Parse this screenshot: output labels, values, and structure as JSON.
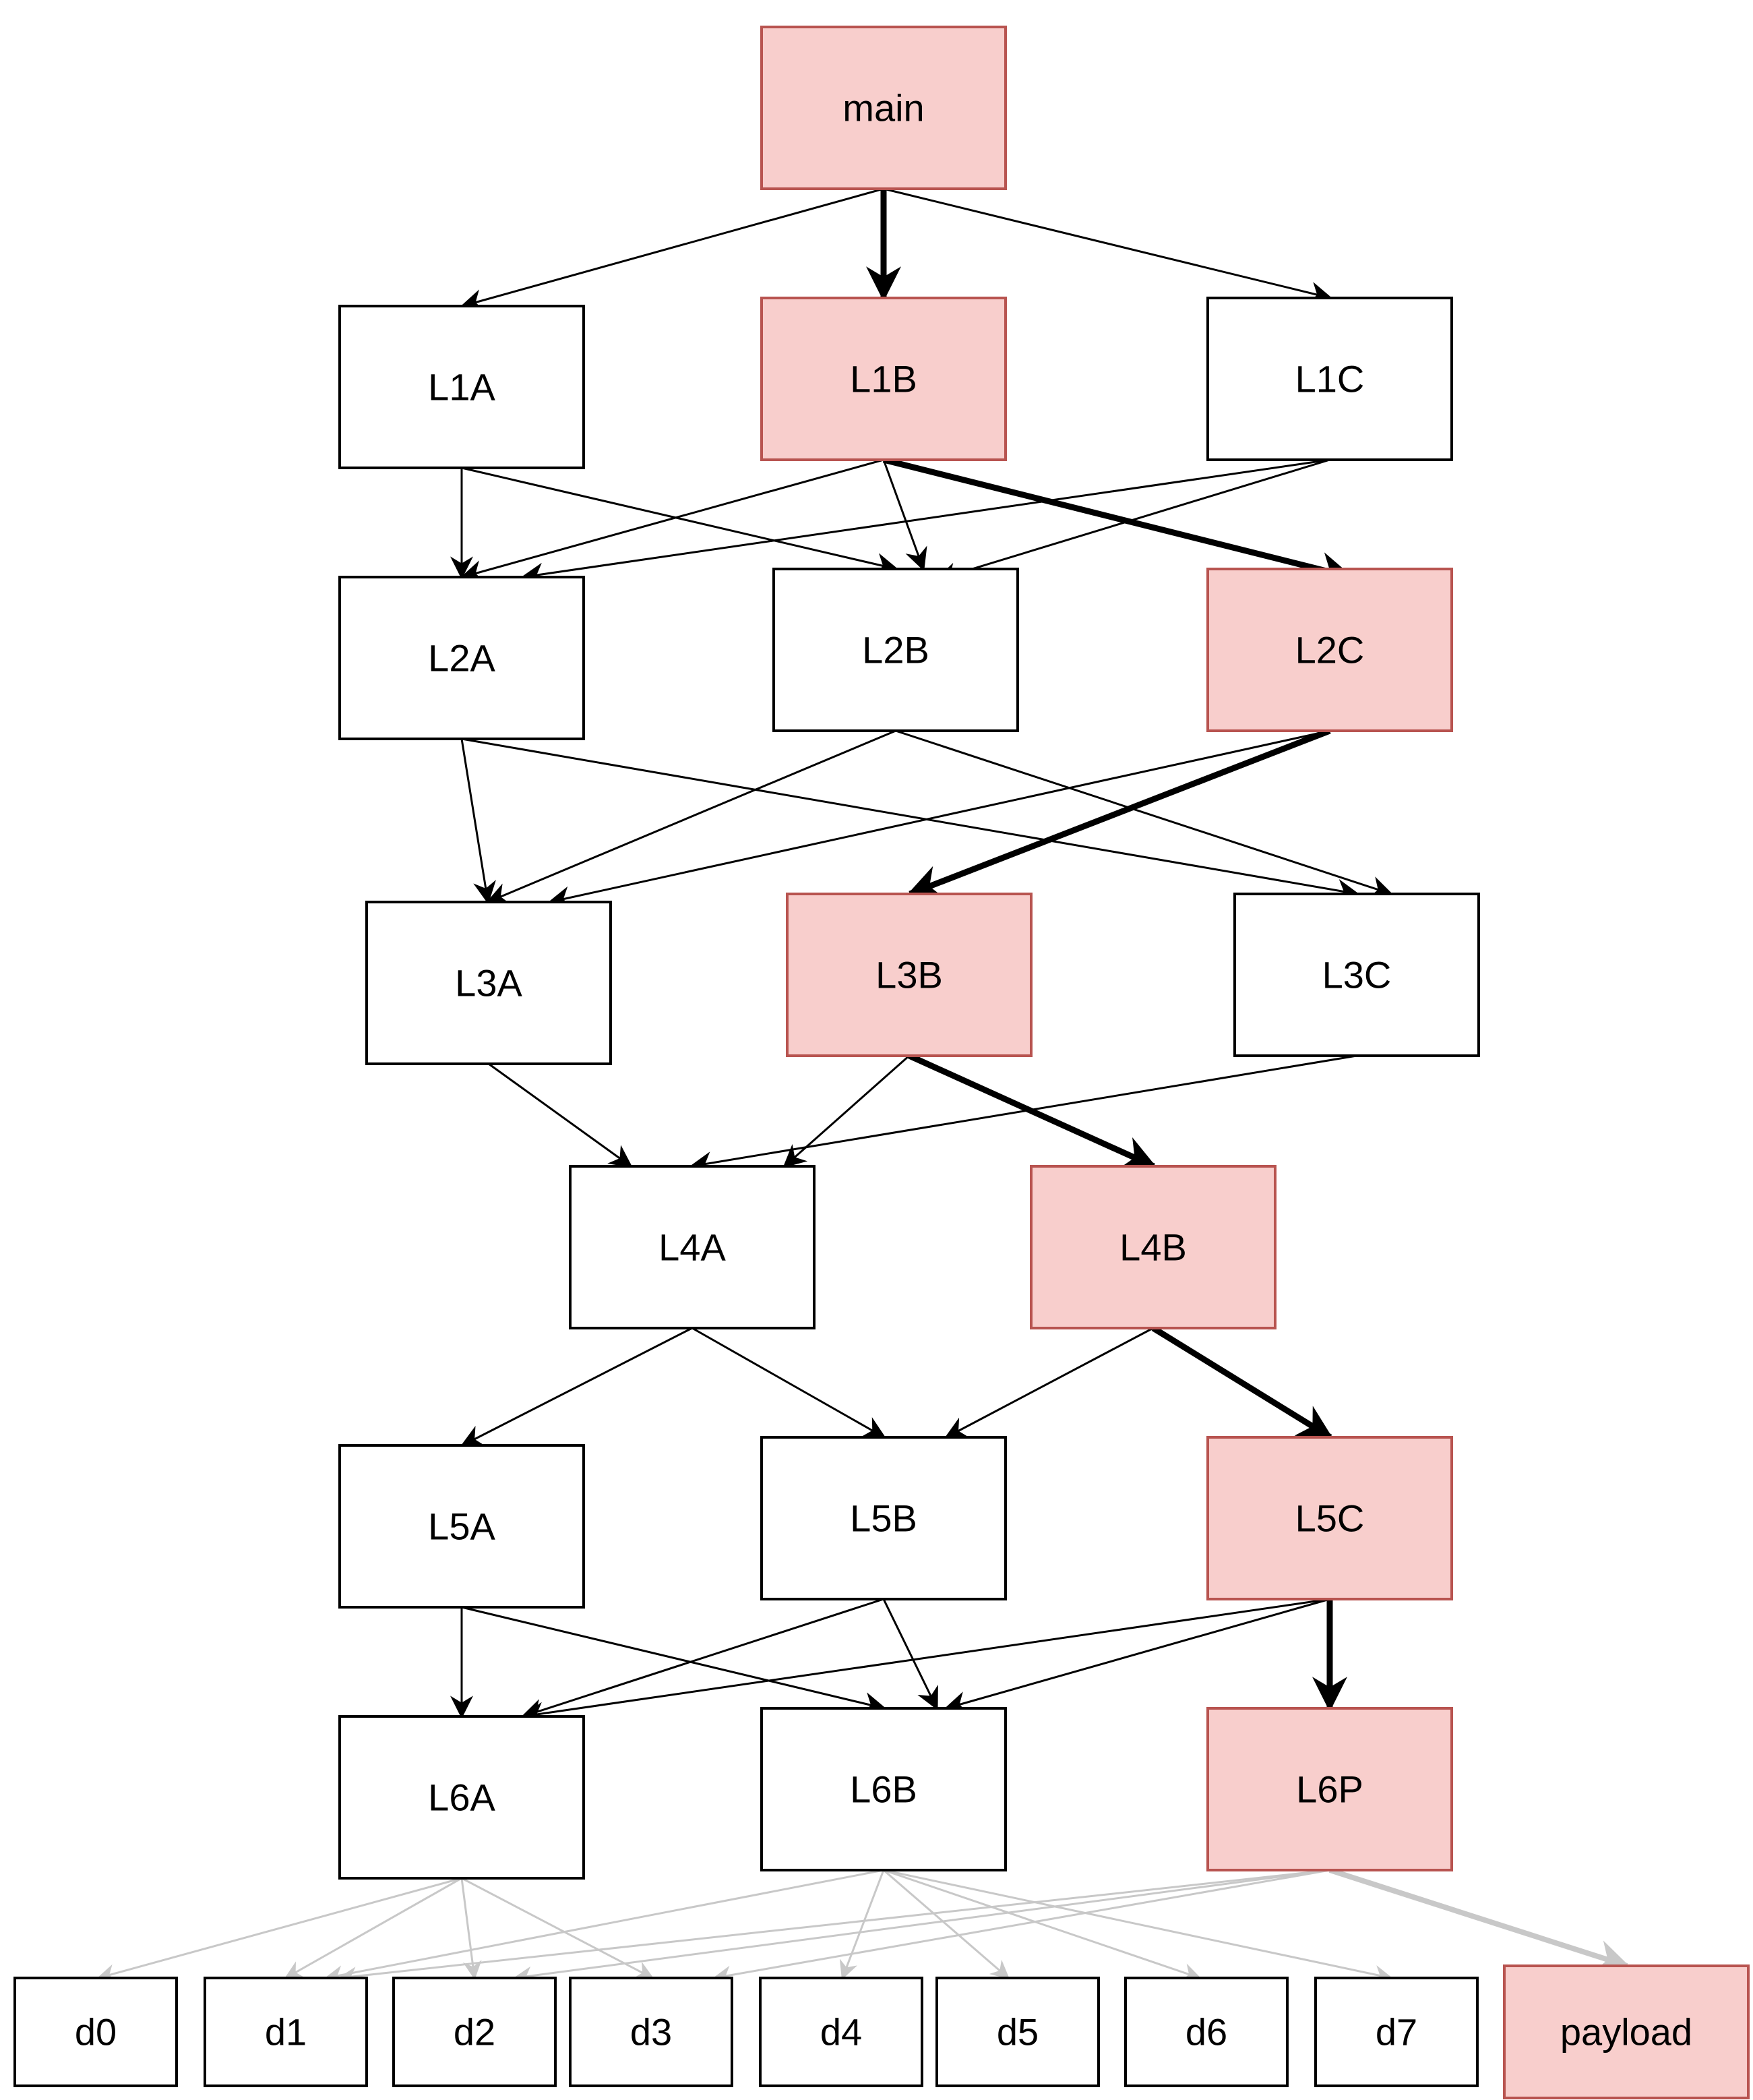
{
  "colors": {
    "highlight_fill": "#f8cecc",
    "highlight_stroke": "#b85450",
    "normal_fill": "#ffffff",
    "normal_stroke": "#000000",
    "edge": "#000000",
    "faded_edge": "#c8c8c8"
  },
  "nodes": [
    {
      "id": "main",
      "label": "main",
      "highlight": true
    },
    {
      "id": "L1A",
      "label": "L1A",
      "highlight": false
    },
    {
      "id": "L1B",
      "label": "L1B",
      "highlight": true
    },
    {
      "id": "L1C",
      "label": "L1C",
      "highlight": false
    },
    {
      "id": "L2A",
      "label": "L2A",
      "highlight": false
    },
    {
      "id": "L2B",
      "label": "L2B",
      "highlight": false
    },
    {
      "id": "L2C",
      "label": "L2C",
      "highlight": true
    },
    {
      "id": "L3A",
      "label": "L3A",
      "highlight": false
    },
    {
      "id": "L3B",
      "label": "L3B",
      "highlight": true
    },
    {
      "id": "L3C",
      "label": "L3C",
      "highlight": false
    },
    {
      "id": "L4A",
      "label": "L4A",
      "highlight": false
    },
    {
      "id": "L4B",
      "label": "L4B",
      "highlight": true
    },
    {
      "id": "L5A",
      "label": "L5A",
      "highlight": false
    },
    {
      "id": "L5B",
      "label": "L5B",
      "highlight": false
    },
    {
      "id": "L5C",
      "label": "L5C",
      "highlight": true
    },
    {
      "id": "L6A",
      "label": "L6A",
      "highlight": false
    },
    {
      "id": "L6B",
      "label": "L6B",
      "highlight": false
    },
    {
      "id": "L6P",
      "label": "L6P",
      "highlight": true
    },
    {
      "id": "d0",
      "label": "d0",
      "highlight": false
    },
    {
      "id": "d1",
      "label": "d1",
      "highlight": false
    },
    {
      "id": "d2",
      "label": "d2",
      "highlight": false
    },
    {
      "id": "d3",
      "label": "d3",
      "highlight": false
    },
    {
      "id": "d4",
      "label": "d4",
      "highlight": false
    },
    {
      "id": "d5",
      "label": "d5",
      "highlight": false
    },
    {
      "id": "d6",
      "label": "d6",
      "highlight": false
    },
    {
      "id": "d7",
      "label": "d7",
      "highlight": false
    },
    {
      "id": "payload",
      "label": "payload",
      "highlight": true
    }
  ],
  "edges": [
    {
      "from": "main",
      "to": "L1A",
      "style": "normal"
    },
    {
      "from": "main",
      "to": "L1B",
      "style": "bold"
    },
    {
      "from": "main",
      "to": "L1C",
      "style": "normal"
    },
    {
      "from": "L1A",
      "to": "L2A",
      "style": "normal"
    },
    {
      "from": "L1A",
      "to": "L2B",
      "style": "normal"
    },
    {
      "from": "L1B",
      "to": "L2A",
      "style": "normal"
    },
    {
      "from": "L1B",
      "to": "L2B",
      "style": "normal"
    },
    {
      "from": "L1B",
      "to": "L2C",
      "style": "bold"
    },
    {
      "from": "L1C",
      "to": "L2A",
      "style": "normal"
    },
    {
      "from": "L1C",
      "to": "L2B",
      "style": "normal"
    },
    {
      "from": "L2A",
      "to": "L3A",
      "style": "normal"
    },
    {
      "from": "L2A",
      "to": "L3C",
      "style": "normal"
    },
    {
      "from": "L2B",
      "to": "L3A",
      "style": "normal"
    },
    {
      "from": "L2B",
      "to": "L3C",
      "style": "normal"
    },
    {
      "from": "L2C",
      "to": "L3A",
      "style": "normal"
    },
    {
      "from": "L2C",
      "to": "L3B",
      "style": "bold"
    },
    {
      "from": "L3A",
      "to": "L4A",
      "style": "normal"
    },
    {
      "from": "L3B",
      "to": "L4A",
      "style": "normal"
    },
    {
      "from": "L3B",
      "to": "L4B",
      "style": "bold"
    },
    {
      "from": "L3C",
      "to": "L4A",
      "style": "normal"
    },
    {
      "from": "L4A",
      "to": "L5A",
      "style": "normal"
    },
    {
      "from": "L4A",
      "to": "L5B",
      "style": "normal"
    },
    {
      "from": "L4B",
      "to": "L5B",
      "style": "normal"
    },
    {
      "from": "L4B",
      "to": "L5C",
      "style": "bold"
    },
    {
      "from": "L5A",
      "to": "L6A",
      "style": "normal"
    },
    {
      "from": "L5A",
      "to": "L6B",
      "style": "normal"
    },
    {
      "from": "L5B",
      "to": "L6A",
      "style": "normal"
    },
    {
      "from": "L5B",
      "to": "L6B",
      "style": "normal"
    },
    {
      "from": "L5C",
      "to": "L6A",
      "style": "normal"
    },
    {
      "from": "L5C",
      "to": "L6B",
      "style": "normal"
    },
    {
      "from": "L5C",
      "to": "L6P",
      "style": "bold"
    },
    {
      "from": "L6A",
      "to": "d0",
      "style": "faded"
    },
    {
      "from": "L6A",
      "to": "d1",
      "style": "faded"
    },
    {
      "from": "L6A",
      "to": "d2",
      "style": "faded"
    },
    {
      "from": "L6A",
      "to": "d3",
      "style": "faded"
    },
    {
      "from": "L6B",
      "to": "d1",
      "style": "faded"
    },
    {
      "from": "L6B",
      "to": "d4",
      "style": "faded"
    },
    {
      "from": "L6B",
      "to": "d5",
      "style": "faded"
    },
    {
      "from": "L6B",
      "to": "d6",
      "style": "faded"
    },
    {
      "from": "L6B",
      "to": "d7",
      "style": "faded"
    },
    {
      "from": "L6P",
      "to": "d1",
      "style": "faded"
    },
    {
      "from": "L6P",
      "to": "d2",
      "style": "faded"
    },
    {
      "from": "L6P",
      "to": "d3",
      "style": "faded"
    },
    {
      "from": "L6P",
      "to": "payload",
      "style": "faded-bold"
    }
  ]
}
